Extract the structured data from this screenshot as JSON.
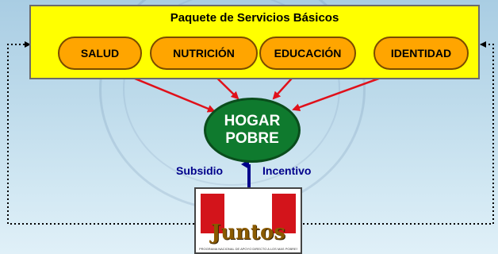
{
  "services": {
    "title": "Paquete de Servicios Básicos",
    "items": [
      "SALUD",
      "NUTRICIÓN",
      "EDUCACIÓN",
      "IDENTIDAD"
    ]
  },
  "center": {
    "line1": "HOGAR",
    "line2": "POBRE"
  },
  "labels": {
    "subsidio": "Subsidio",
    "incentivo": "Incentivo"
  },
  "logo": {
    "name": "Juntos",
    "subtitle": "PROGRAMA NACIONAL DE APOYO DIRECTO A LOS MAS POBRES"
  },
  "colors": {
    "box": "#ffff00",
    "pill": "#ffa500",
    "hogar": "#0f7a2e",
    "arrow_red": "#e0101a",
    "arrow_blue": "#00008b"
  }
}
